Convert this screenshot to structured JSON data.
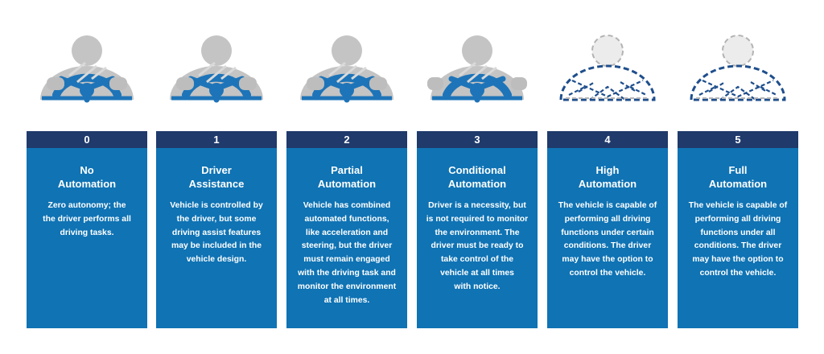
{
  "colors": {
    "number_bar": "#1f3a6b",
    "card": "#0f73b4",
    "wheel": "#1e74b8",
    "person": "#c4c4c4",
    "hands": "#bdbdbd"
  },
  "levels": [
    {
      "number": "0",
      "title": "No\nAutomation",
      "description": "Zero autonomy; the\nthe driver performs all\ndriving tasks.",
      "icon": "driver-hands-on-wheel-icon",
      "driver_present": true
    },
    {
      "number": "1",
      "title": "Driver\nAssistance",
      "description": "Vehicle is controlled by\nthe driver, but some\ndriving assist features\nmay be included in the\nvehicle design.",
      "icon": "driver-hands-on-wheel-icon",
      "driver_present": true
    },
    {
      "number": "2",
      "title": "Partial\nAutomation",
      "description": "Vehicle has combined\nautomated functions,\nlike acceleration and\nsteering, but the driver\nmust remain engaged\nwith the driving task and\nmonitor the environment\nat all times.",
      "icon": "driver-hands-on-wheel-icon",
      "driver_present": true
    },
    {
      "number": "3",
      "title": "Conditional\nAutomation",
      "description": "Driver is a necessity, but\nis not required to monitor\nthe environment. The\ndriver must be ready to\ntake control of the\nvehicle at all times\nwith notice.",
      "icon": "driver-hands-off-wheel-icon",
      "driver_present": true
    },
    {
      "number": "4",
      "title": "High\nAutomation",
      "description": "The vehicle is capable of\nperforming all driving\nfunctions under certain\nconditions. The driver\nmay have the option to\ncontrol the vehicle.",
      "icon": "driver-optional-dashed-icon",
      "driver_present": false
    },
    {
      "number": "5",
      "title": "Full\nAutomation",
      "description": "The vehicle is capable of\nperforming all driving\nfunctions under all\nconditions. The driver\nmay have the option to\ncontrol the vehicle.",
      "icon": "driver-optional-dashed-icon",
      "driver_present": false
    }
  ]
}
